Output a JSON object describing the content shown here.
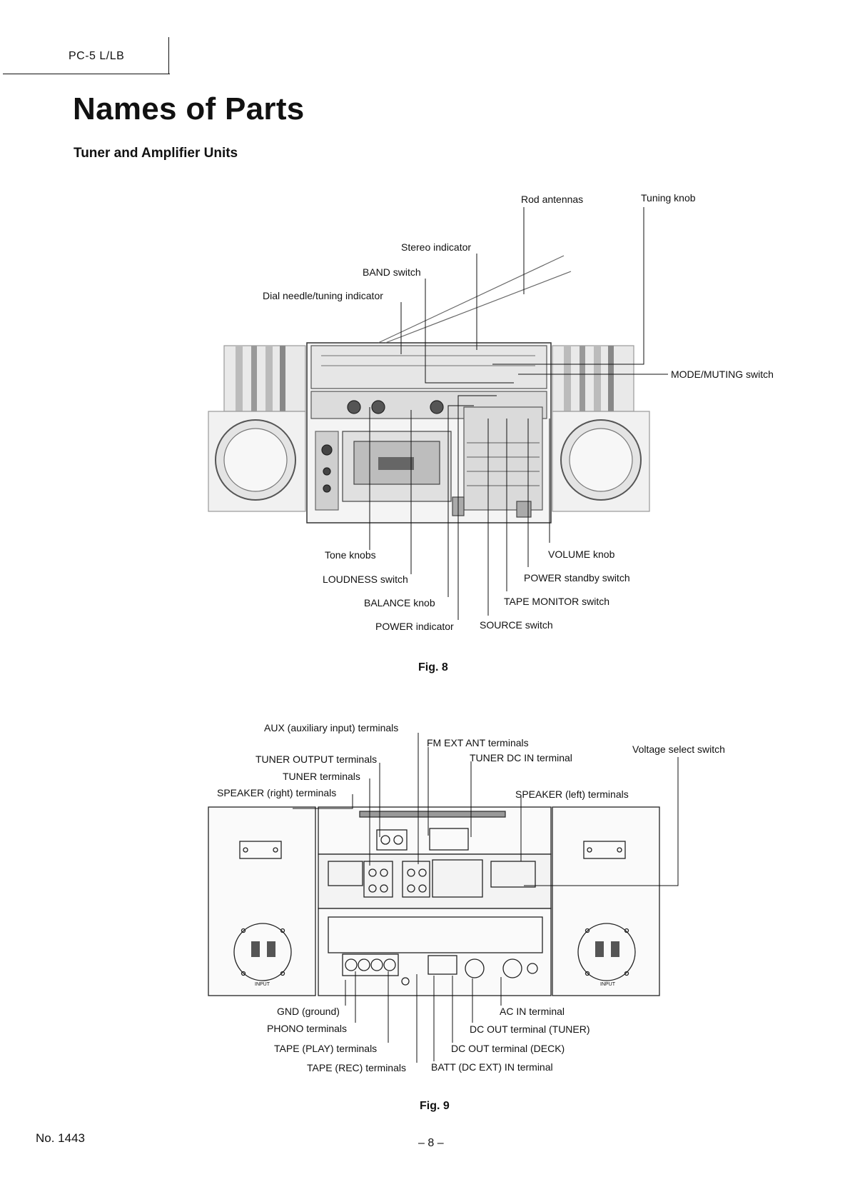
{
  "header": {
    "model": "PC-5 L/LB"
  },
  "title": "Names of Parts",
  "section": "Tuner and Amplifier Units",
  "fig8": {
    "caption": "Fig. 8",
    "labels": {
      "rod_antennas": "Rod antennas",
      "tuning_knob": "Tuning knob",
      "stereo_indicator": "Stereo indicator",
      "band_switch": "BAND switch",
      "dial_needle": "Dial needle/tuning indicator",
      "mode_muting": "MODE/MUTING switch",
      "tone_knobs": "Tone knobs",
      "loudness_switch": "LOUDNESS switch",
      "balance_knob": "BALANCE knob",
      "power_indicator": "POWER indicator",
      "volume_knob": "VOLUME knob",
      "power_standby": "POWER standby switch",
      "tape_monitor": "TAPE MONITOR switch",
      "source_switch": "SOURCE switch"
    }
  },
  "fig9": {
    "caption": "Fig. 9",
    "labels": {
      "aux": "AUX (auxiliary input) terminals",
      "fm_ext_ant": "FM EXT ANT terminals",
      "tuner_output": "TUNER OUTPUT terminals",
      "tuner_dc_in": "TUNER DC IN terminal",
      "voltage_select": "Voltage select switch",
      "tuner_terminals": "TUNER terminals",
      "speaker_right": "SPEAKER (right) terminals",
      "speaker_left": "SPEAKER (left) terminals",
      "gnd": "GND (ground)",
      "ac_in": "AC IN terminal",
      "phono": "PHONO terminals",
      "dc_out_tuner": "DC OUT terminal (TUNER)",
      "tape_play": "TAPE (PLAY) terminals",
      "dc_out_deck": "DC OUT terminal (DECK)",
      "tape_rec": "TAPE (REC) terminals",
      "batt_in": "BATT (DC EXT) IN terminal",
      "input_left": "INPUT",
      "input_right": "INPUT"
    }
  },
  "footer": {
    "doc_number": "No. 1443",
    "page": "– 8 –"
  }
}
